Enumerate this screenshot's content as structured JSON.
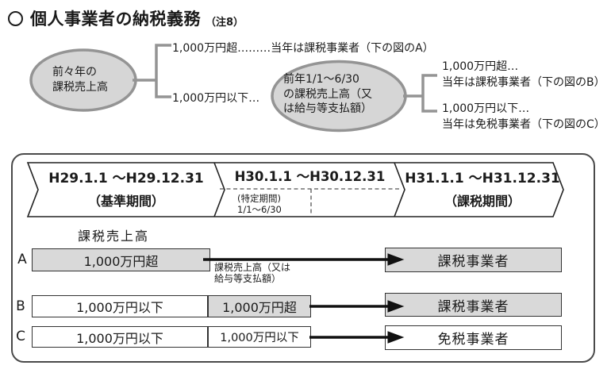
{
  "title": {
    "text": "個人事業者の納税義務",
    "note": "（注8）"
  },
  "flow": {
    "node_prev2": [
      "前々年の",
      "課税売上高"
    ],
    "over1": "1,000万円超………当年は課税事業者（下の図のA）",
    "under1": "1,000万円以下…",
    "node_prev1": [
      "前年1/1～6/30",
      "の課税売上高（又",
      "は給与等支払額）"
    ],
    "over2": [
      "1,000万円超…",
      "当年は課税事業者（下の図のB）"
    ],
    "under2": [
      "1,000万円以下…",
      "当年は免税事業者（下の図のC）"
    ]
  },
  "timeline": {
    "periods": [
      {
        "range": "H29.1.1 ～H29.12.31",
        "label": "（基準期間）"
      },
      {
        "range": "H30.1.1 ～H30.12.31",
        "special_label": "(特定期間)",
        "special_range": "1/1～6/30"
      },
      {
        "range": "H31.1.1 ～H31.12.31",
        "label": "（課税期間）"
      }
    ],
    "sales_label": "課税売上高",
    "sales_label2": [
      "課税売上高（又は",
      "給与等支払額）"
    ],
    "rows": [
      {
        "id": "A",
        "base": "1,000万円超",
        "result": "課税事業者"
      },
      {
        "id": "B",
        "base": "1,000万円以下",
        "special": "1,000万円超",
        "result": "課税事業者"
      },
      {
        "id": "C",
        "base": "1,000万円以下",
        "special": "1,000万円以下",
        "result": "免税事業者"
      }
    ]
  },
  "colors": {
    "shade": "#d9d9d9",
    "ellipse_fill": "#d6d6d6",
    "gray_line": "#949494",
    "box_border": "#333333",
    "arrow": "#111111"
  }
}
